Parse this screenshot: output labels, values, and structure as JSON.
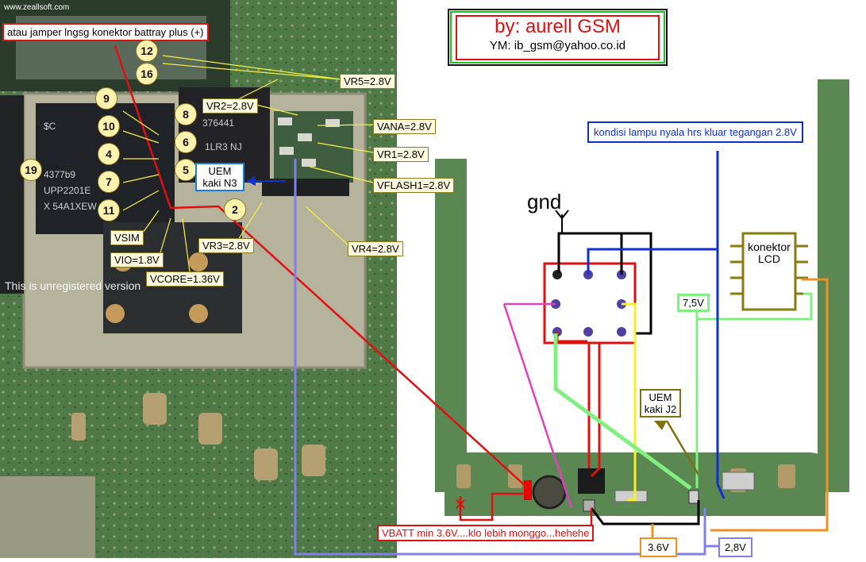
{
  "site": "www.zeallsoft.com",
  "author": {
    "title": "by: aurell GSM",
    "contact": "YM: ib_gsm@yahoo.co.id"
  },
  "notes": {
    "jumper": "atau jamper lngsg konektor battray plus (+)",
    "lamp": "kondisi lampu nyala hrs kluar tegangan 2.8V",
    "vbatt": "VBATT min 3.6V....klo lebih monggo...hehehe",
    "unregistered": "This is unregistered version"
  },
  "voltages": {
    "vr5": "VR5=2.8V",
    "vr2": "VR2=2.8V",
    "vana": "VANA=2.8V",
    "vr1": "VR1=2.8V",
    "vflash1": "VFLASH1=2.8V",
    "vr3": "VR3=2.8V",
    "vr4": "VR4=2.8V",
    "vsim": "VSIM",
    "vio": "VIO=1.8V",
    "vcore": "VCORE=1.36V"
  },
  "pins": [
    "12",
    "16",
    "9",
    "8",
    "10",
    "6",
    "4",
    "5",
    "7",
    "11",
    "19",
    "2"
  ],
  "uem_n3": {
    "line1": "UEM",
    "line2": "kaki N3"
  },
  "uem_j2": {
    "line1": "UEM",
    "line2": "kaki J2"
  },
  "gnd": "gnd",
  "lcd_connector": {
    "line1": "konektor",
    "line2": "LCD"
  },
  "rail_7_5": "7,5V",
  "rail_3_6": "3.6V",
  "rail_2_8": "2,8V",
  "chip_marks": [
    "376441",
    "1LR3 NJ",
    "$C",
    "4377b9",
    "UPP2201E",
    "X 54A1XEW"
  ],
  "colors": {
    "pcb": "#4f7a47",
    "red": "#e01010",
    "blue": "#1030d0",
    "lavender": "#8080e8",
    "green": "#80f080",
    "orange": "#f09020",
    "yellow": "#f8f020",
    "magenta": "#e040c0",
    "olive": "#807010"
  }
}
